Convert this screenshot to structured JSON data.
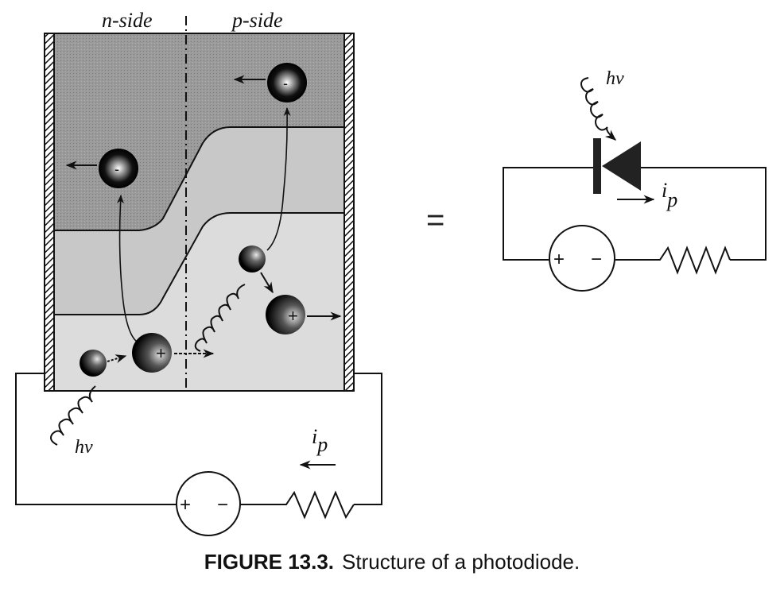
{
  "figure": {
    "caption_number": "FIGURE 13.3.",
    "caption_text": "Structure of a photodiode."
  },
  "device": {
    "n_side_label": "n-side",
    "p_side_label": "p-side",
    "photon_label": "hν",
    "current_label_i": "i",
    "current_label_sub": "p",
    "electron_symbol": "-",
    "hole_symbol": "+"
  },
  "equivalent_circuit": {
    "equals_sign": "=",
    "photon_label": "hν",
    "current_label_i": "i",
    "current_label_sub": "p"
  },
  "source": {
    "plus": "+",
    "minus": "−"
  },
  "colors": {
    "conduction_band": "#8f8f8f",
    "gap_region": "#c9c9c9",
    "valence_band": "#dcdcdc",
    "ink": "#111111"
  }
}
